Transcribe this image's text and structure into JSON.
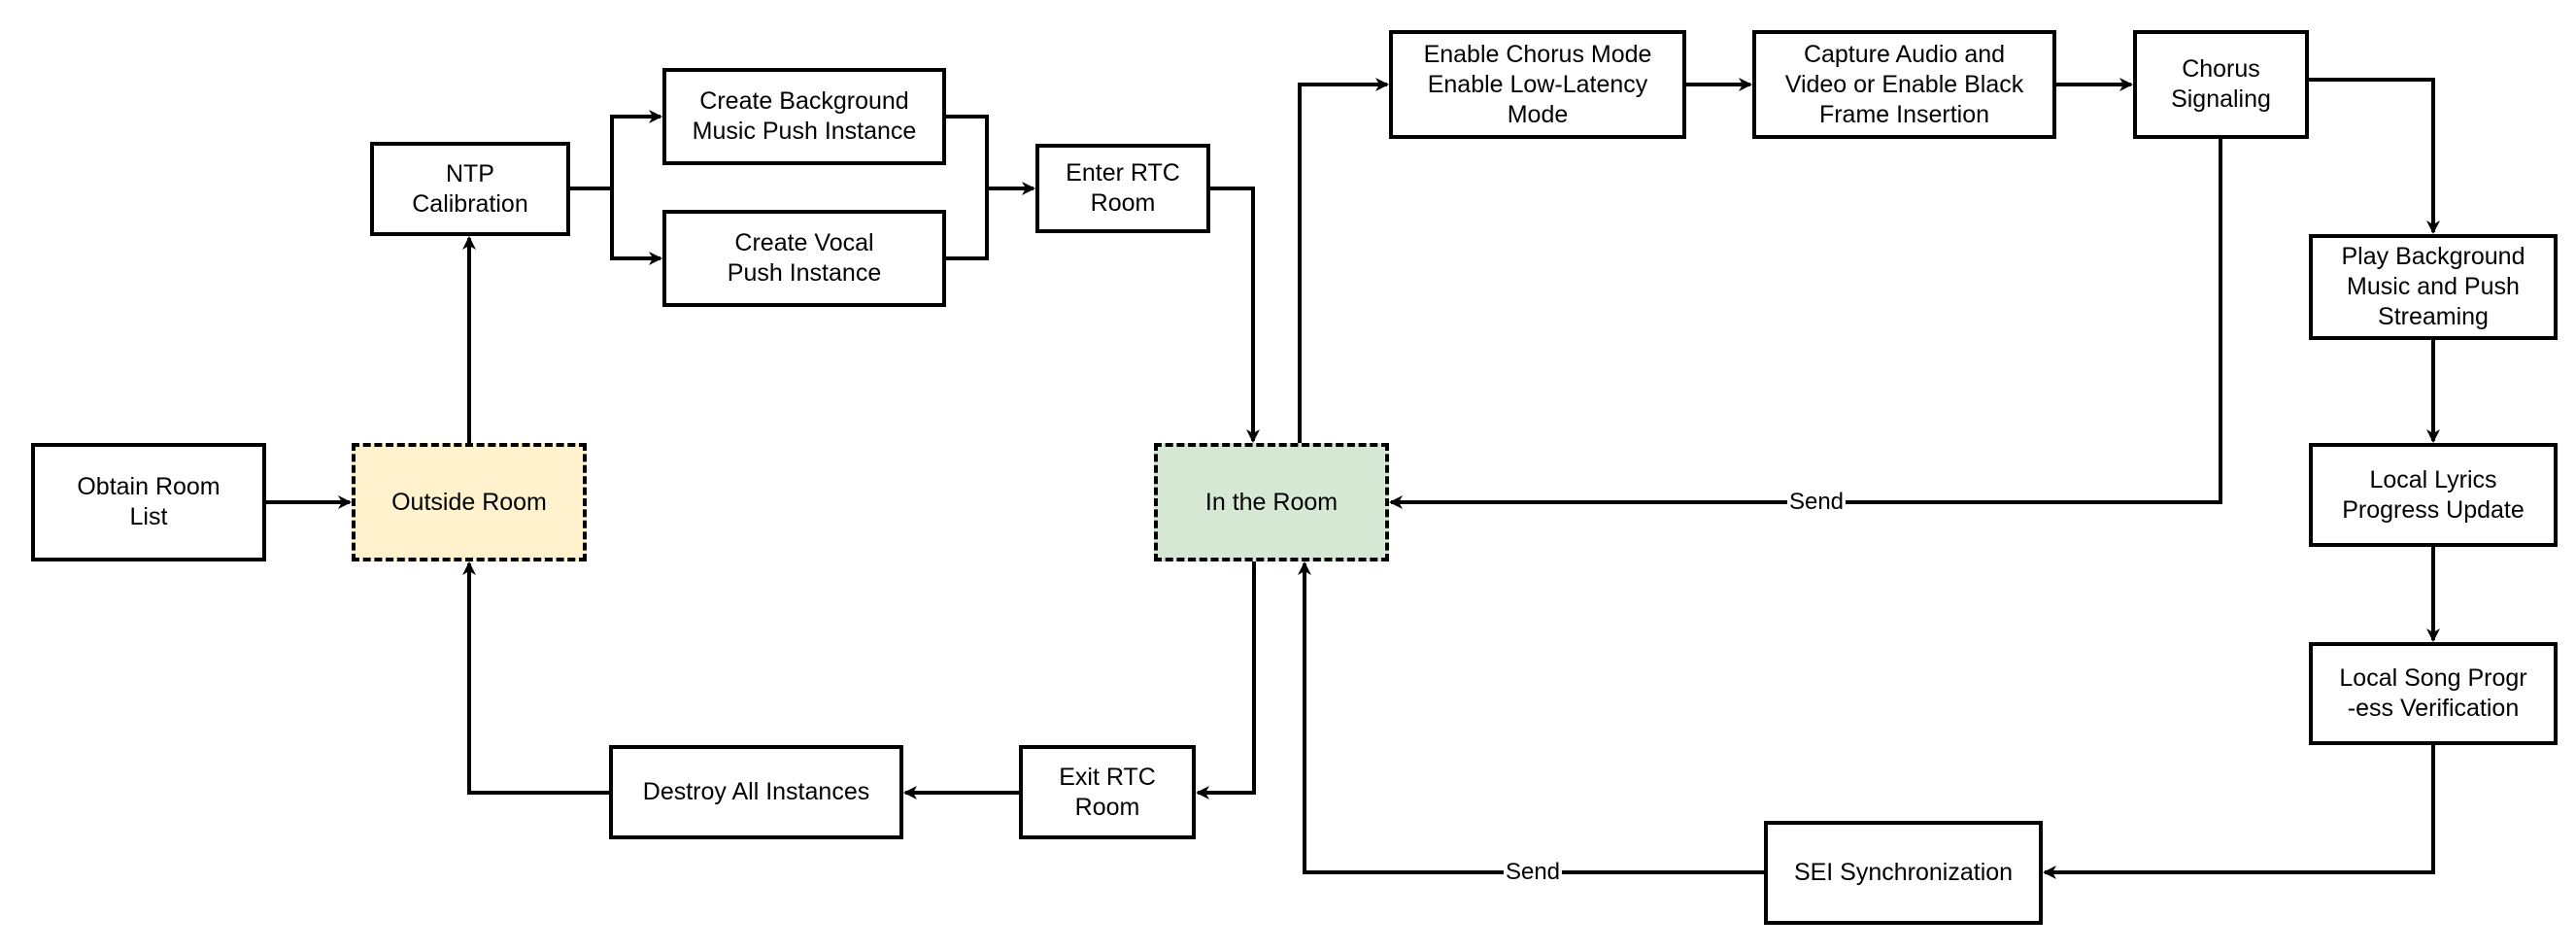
{
  "diagram": {
    "colors": {
      "outside_room_fill": "#fff2cc",
      "in_room_fill": "#d5e8d4",
      "stroke": "#000000"
    },
    "nodes": {
      "obtain_room_list": "Obtain Room\nList",
      "outside_room": "Outside Room",
      "ntp_calibration": "NTP\nCalibration",
      "create_bg_push": "Create Background\nMusic Push Instance",
      "create_vocal_push": "Create Vocal\nPush Instance",
      "enter_rtc_room": "Enter RTC\nRoom",
      "in_the_room": "In the Room",
      "enable_chorus_mode": "Enable Chorus Mode\nEnable Low-Latency\nMode",
      "capture_audio_video": "Capture Audio and\nVideo or Enable Black\nFrame Insertion",
      "chorus_signaling": "Chorus\nSignaling",
      "play_bg_music": "Play Background\nMusic and Push\nStreaming",
      "local_lyrics": "Local Lyrics\nProgress Update",
      "local_song_verification": "Local Song Progr\n-ess Verification",
      "sei_sync": "SEI Synchronization",
      "exit_rtc_room": "Exit RTC\nRoom",
      "destroy_instances": "Destroy All Instances"
    },
    "edge_labels": {
      "signaling_send": "Send",
      "sei_send": "Send"
    }
  }
}
